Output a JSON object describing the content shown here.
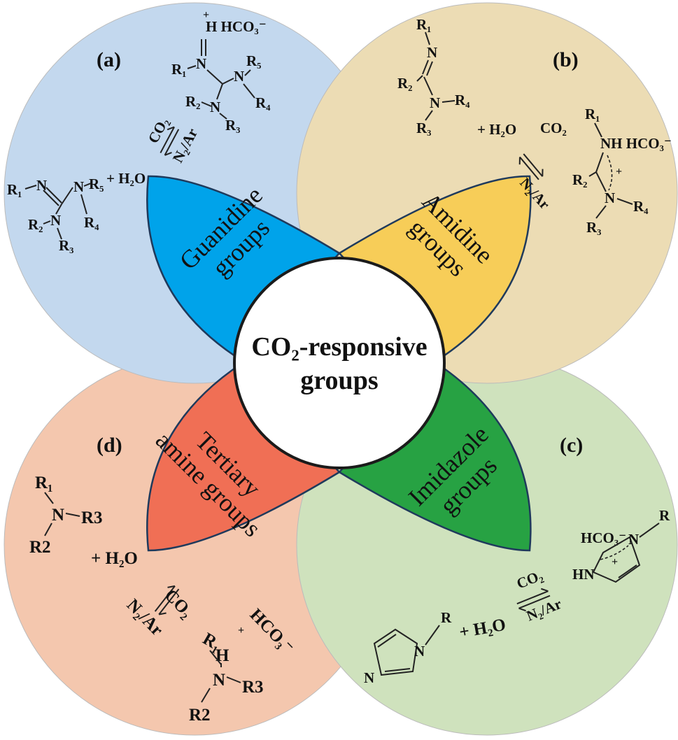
{
  "diagram": {
    "center": {
      "line1": "CO₂-responsive",
      "line2": "groups"
    },
    "colors": {
      "circle_a": "#c3d8ee",
      "circle_b": "#ecdcb4",
      "circle_c": "#cfe2bd",
      "circle_d": "#f4c7ae",
      "petal_guanidine": "#00a3ea",
      "petal_amidine": "#f7cd58",
      "petal_imidazole": "#27a243",
      "petal_tertiary": "#f06f55",
      "outline": "#1f3a5c"
    },
    "petals": {
      "guanidine": {
        "line1": "Guanidine",
        "line2": "groups"
      },
      "amidine": {
        "line1": "Amidine",
        "line2": "groups"
      },
      "imidazole": {
        "line1": "Imidazole",
        "line2": "groups"
      },
      "tertiary": {
        "line1": "Tertiary",
        "line2": "amine groups"
      }
    },
    "panels": {
      "a": {
        "label": "(a)",
        "reactant": {
          "r1": "R₁",
          "r2": "R₂",
          "r3": "R₃",
          "r4": "R₄",
          "r5": "R₅",
          "n": "N"
        },
        "plus_water": "+ H₂O",
        "forward": "CO₂",
        "reverse": "N₂/Ar",
        "product": {
          "nh": "H HCO₃⁻",
          "plus": "+",
          "r1": "R₁",
          "r2": "R₂",
          "r3": "R₃",
          "r4": "R₄",
          "r5": "R₅"
        }
      },
      "b": {
        "label": "(b)",
        "reactant": {
          "r1": "R₁",
          "r2": "R₂",
          "r3": "R₃",
          "r4": "R₄",
          "n": "N"
        },
        "plus_water": "+ H₂O",
        "forward": "CO₂",
        "reverse": "N₂/Ar",
        "product": {
          "nh": "NH HCO₃⁻",
          "plus": "+",
          "r1": "R₁",
          "r2": "R₂",
          "r3": "R₃",
          "r4": "R₄",
          "n": "N"
        }
      },
      "c": {
        "label": "(c)",
        "reactant": {
          "n": "N",
          "r": "R"
        },
        "plus_water": "+ H₂O",
        "forward": "CO₂",
        "reverse": "N₂/Ar",
        "product": {
          "hco3": "HCO₃⁻",
          "hn": "HN",
          "plus": "+",
          "n": "N",
          "r": "R"
        }
      },
      "d": {
        "label": "(d)",
        "reactant": {
          "r1": "R₁",
          "r2": "R2",
          "r3": "R3",
          "n": "N"
        },
        "plus_water": "+ H₂O",
        "forward": "CO₂",
        "reverse": "N₂/Ar",
        "product": {
          "hco3": "HCO₃⁻",
          "plus": "+",
          "h": "H",
          "r1": "R₁",
          "r2": "R2",
          "r3": "R3",
          "n": "N"
        }
      }
    }
  }
}
